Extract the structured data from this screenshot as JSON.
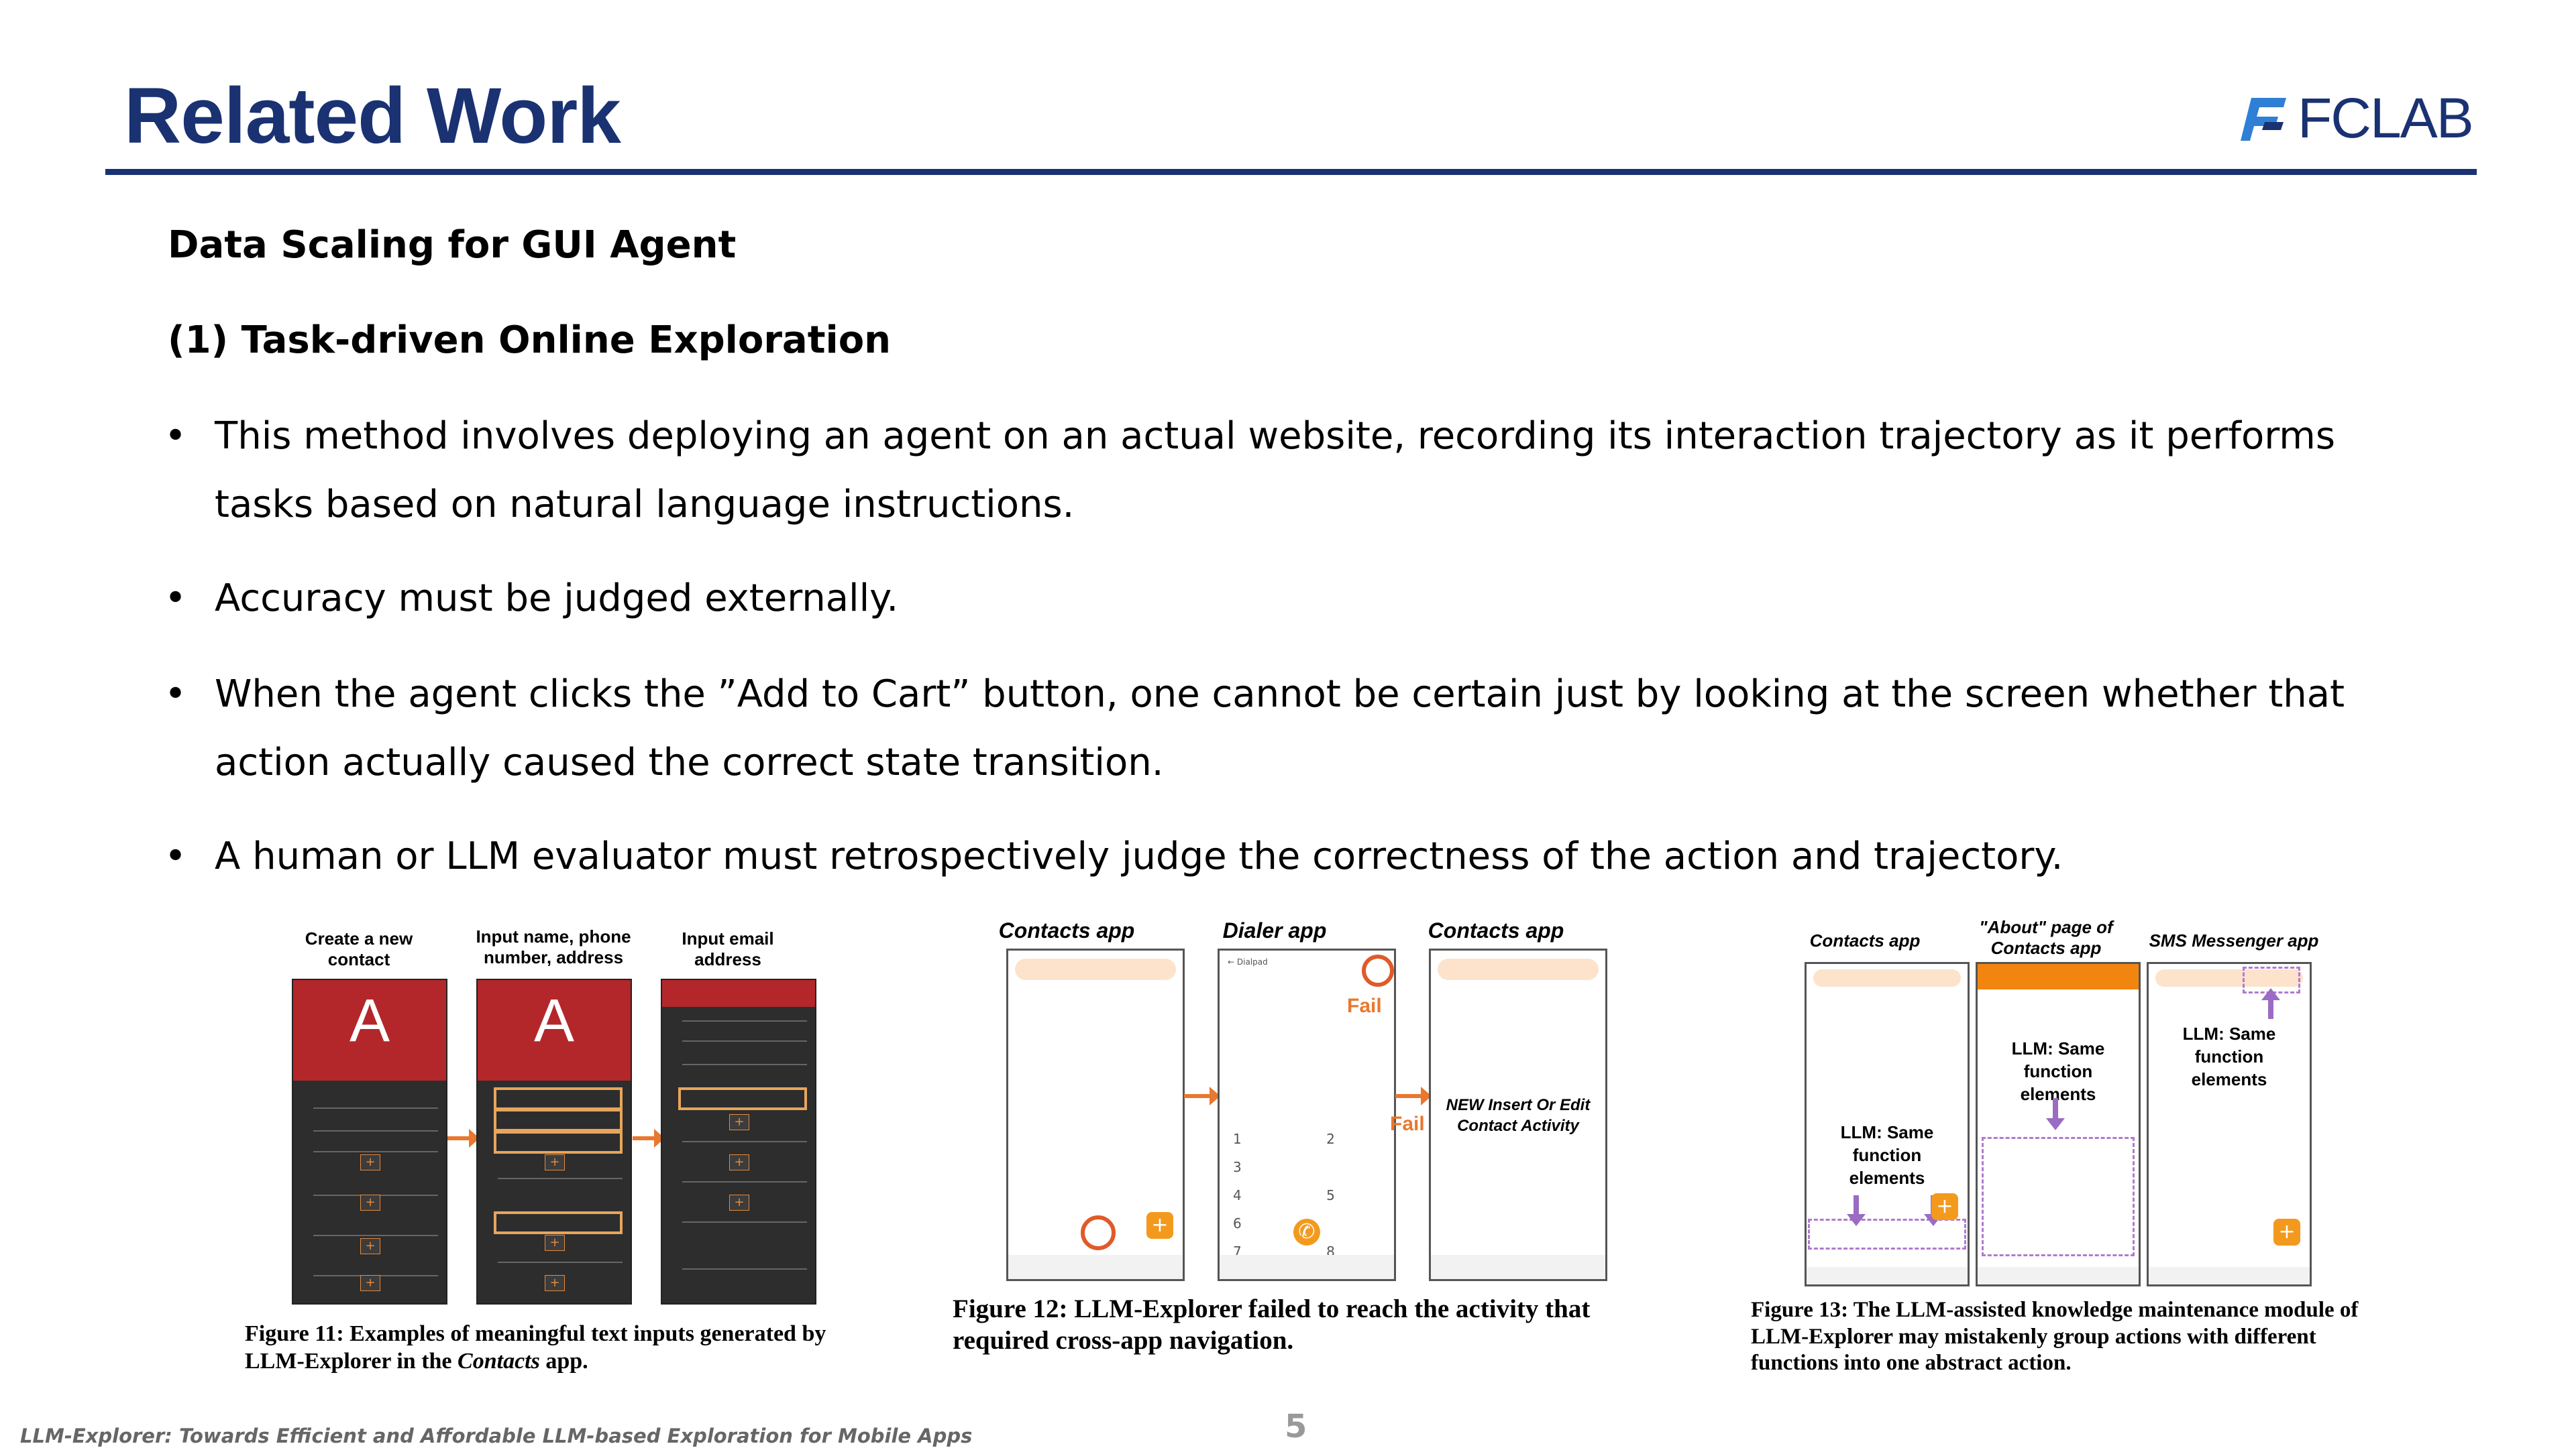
{
  "header": {
    "title": "Related Work",
    "logo_text": "FCLAB"
  },
  "section_title": "Data Scaling for GUI Agent",
  "subsection_title": "(1) Task-driven Online Exploration",
  "bullets": [
    "This method involves deploying an agent on an actual website, recording its interaction trajectory as it performs tasks based on natural language instructions.",
    "Accuracy must be judged externally.",
    "When the agent clicks the ”Add to Cart” button, one cannot be certain just by looking at the screen whether that action actually caused the correct state transition.",
    "A human or LLM evaluator must retrospectively judge the correctness of the action and trajectory."
  ],
  "bullet_symbol": "•",
  "figure11": {
    "labels": [
      "Create a new contact",
      "Input name, phone number, address",
      "Input email address"
    ],
    "avatar_letter": "A",
    "caption_prefix": "Figure 11: Examples of meaningful text inputs generated by LLM-Explorer in the ",
    "caption_italic": "Contacts",
    "caption_suffix": " app."
  },
  "figure12": {
    "labels": [
      "Contacts app",
      "Dialer app",
      "Contacts app"
    ],
    "fail_label": "Fail",
    "new_activity": "NEW Insert Or Edit Contact Activity",
    "caption": "Figure 12: LLM-Explorer failed to reach the activity that required cross-app navigation."
  },
  "figure13": {
    "labels": [
      "Contacts app",
      "\"About\" page of Contacts app",
      "SMS Messenger app"
    ],
    "llm_note": "LLM: Same function elements",
    "caption": "Figure 13: The LLM-assisted knowledge maintenance module of LLM-Explorer may mistakenly group actions with different functions into one abstract action."
  },
  "footer": {
    "citation": "LLM-Explorer: Towards Efficient and Affordable LLM-based Exploration for Mobile Apps",
    "page_number": "5"
  },
  "colors": {
    "title": "#1a3272",
    "accent_orange": "#e8782f",
    "accent_purple": "#9a6cc4",
    "contacts_red": "#b3272b"
  }
}
